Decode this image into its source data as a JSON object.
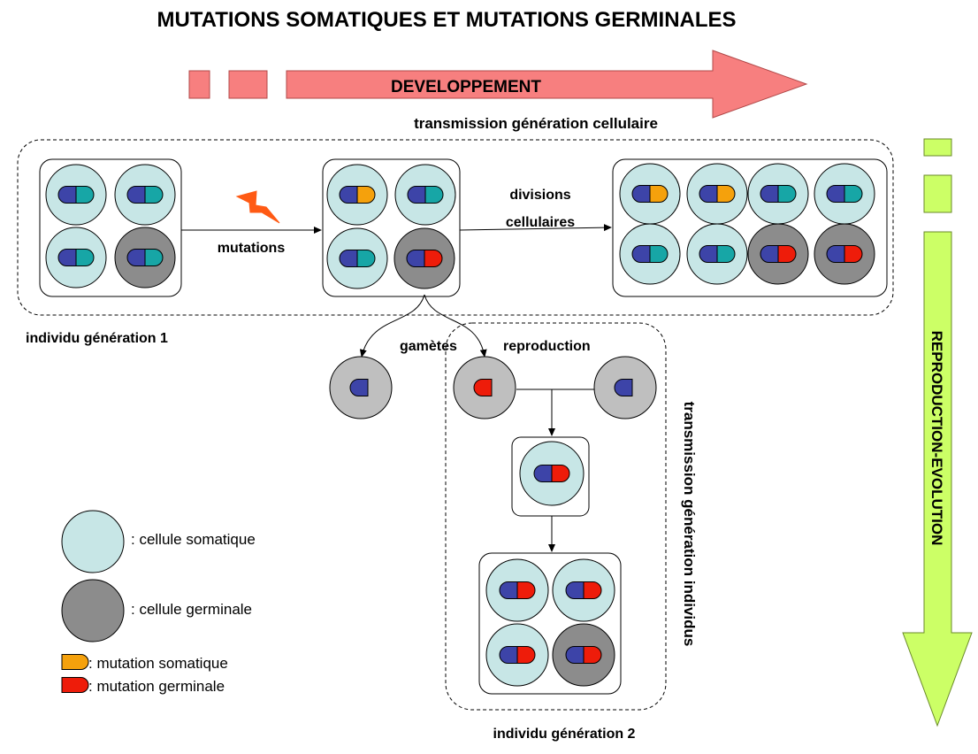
{
  "title": "MUTATIONS SOMATIQUES ET MUTATIONS GERMINALES",
  "arrows": {
    "development": "DEVELOPPEMENT",
    "reproduction": "REPRODUCTION-EVOLUTION"
  },
  "labels": {
    "cell_transmission": "transmission génération cellulaire",
    "individual_transmission": "transmission génération individus",
    "mutations": "mutations",
    "divisions_line1": "divisions",
    "divisions_line2": "cellulaires",
    "gametes": "gamètes",
    "reproduction": "reproduction",
    "gen1": "individu génération 1",
    "gen2": "individu génération 2"
  },
  "legend": {
    "somatic_cell": ": cellule somatique",
    "germ_cell": ": cellule germinale",
    "somatic_mutation": ": mutation somatique",
    "germline_mutation": ": mutation germinale"
  },
  "colors": {
    "somatic_cell": "#c7e6e6",
    "germ_cell": "#8c8c8c",
    "gamete_cell": "#bfbfbf",
    "chrom_blue": "#3d44a8",
    "chrom_teal": "#17a6a6",
    "chrom_orange": "#f5a10c",
    "chrom_red": "#ee1c0a",
    "dev_arrow": "#f77f7f",
    "repro_arrow": "#ccff66",
    "lightning": "#ff5a14"
  }
}
